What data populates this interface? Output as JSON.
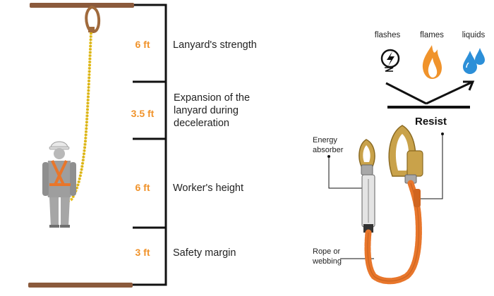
{
  "measurements": [
    {
      "value": "6 ft",
      "label_lines": [
        "Lanyard's strength"
      ]
    },
    {
      "value": "3.5 ft",
      "label_lines": [
        "Expansion of the",
        "lanyard during",
        "deceleration"
      ]
    },
    {
      "value": "6 ft",
      "label_lines": [
        "Worker's height"
      ]
    },
    {
      "value": "3 ft",
      "label_lines": [
        "Safety margin"
      ]
    }
  ],
  "hazards": [
    {
      "label": "flashes",
      "icon": "lightning-icon"
    },
    {
      "label": "flames",
      "icon": "flame-icon"
    },
    {
      "label": "liquids",
      "icon": "droplets-icon"
    }
  ],
  "resist_label": "Resist",
  "callouts": {
    "energy_absorber_lines": [
      "Energy",
      "absorber"
    ],
    "rope_lines": [
      "Rope or",
      "webbing"
    ]
  },
  "colors": {
    "accent": "#f0932b",
    "beam": "#8b5a3c",
    "lanyard": "#e8c01a",
    "absorber_orange": "#e8762b",
    "water": "#2c8fd8"
  }
}
